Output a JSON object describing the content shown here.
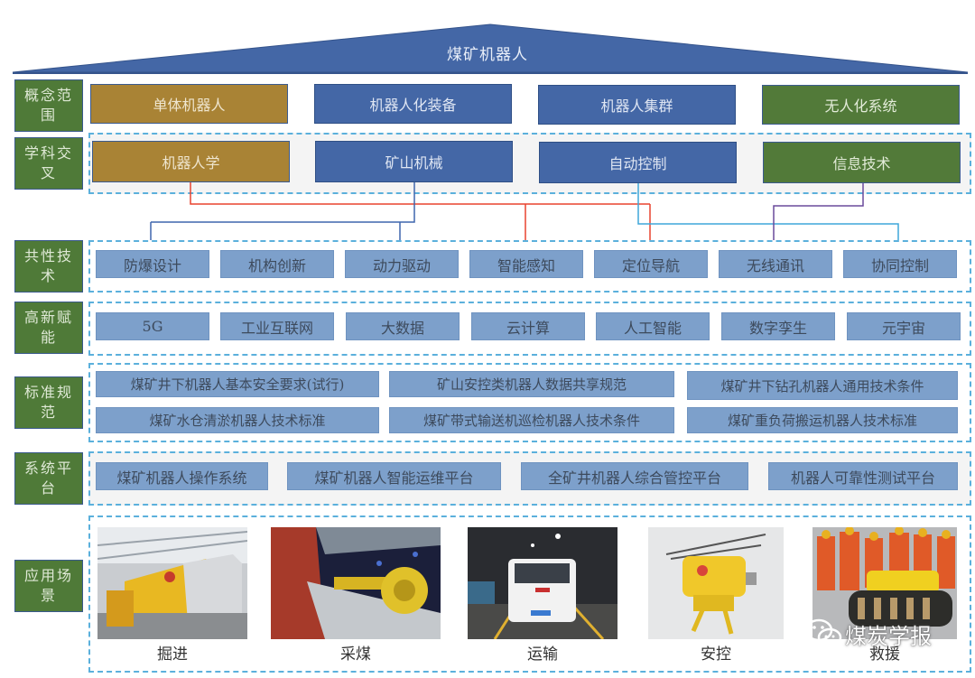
{
  "title": "煤矿机器人",
  "rows": {
    "concept": {
      "label": "概念范围",
      "items": [
        "单体机器人",
        "机器人化装备",
        "机器人集群",
        "无人化系统"
      ]
    },
    "discipline": {
      "label": "学科交叉",
      "items": [
        "机器人学",
        "矿山机械",
        "自动控制",
        "信息技术"
      ]
    },
    "common_tech": {
      "label": "共性技术",
      "items": [
        "防爆设计",
        "机构创新",
        "动力驱动",
        "智能感知",
        "定位导航",
        "无线通讯",
        "协同控制"
      ]
    },
    "empowerment": {
      "label": "高新赋能",
      "items": [
        "5G",
        "工业互联网",
        "大数据",
        "云计算",
        "人工智能",
        "数字孪生",
        "元宇宙"
      ]
    },
    "standards": {
      "label": "标准规范",
      "items": [
        "煤矿井下机器人基本安全要求(试行)",
        "矿山安控类机器人数据共享规范",
        "煤矿井下钻孔机器人通用技术条件",
        "煤矿水仓清淤机器人技术标准",
        "煤矿带式输送机巡检机器人技术条件",
        "煤矿重负荷搬运机器人技术标准"
      ]
    },
    "platform": {
      "label": "系统平台",
      "items": [
        "煤矿机器人操作系统",
        "煤矿机器人智能运维平台",
        "全矿井机器人综合管控平台",
        "机器人可靠性测试平台"
      ]
    },
    "application": {
      "label": "应用场景",
      "items": [
        "掘进",
        "采煤",
        "运输",
        "安控",
        "救援"
      ]
    }
  },
  "connections": [
    {
      "from": "机器人学",
      "to": [
        "智能感知",
        "定位导航"
      ],
      "color": "#e8432f"
    },
    {
      "from": "矿山机械",
      "to": [
        "防爆设计",
        "动力驱动"
      ],
      "color": "#3f66ad"
    },
    {
      "from": "自动控制",
      "to": [
        "协同控制"
      ],
      "color": "#3fa7da"
    },
    {
      "from": "信息技术",
      "to": [
        "无线通讯"
      ],
      "color": "#6a4a9c"
    }
  ],
  "colors": {
    "roof": "#4467a6",
    "gold": "#a98335",
    "blue": "#4467a6",
    "green": "#527a39",
    "light_box": "#7da0cb",
    "dash": "#5bb0dc"
  },
  "watermark": "煤炭学报",
  "watermark_icon": "wechat-icon"
}
